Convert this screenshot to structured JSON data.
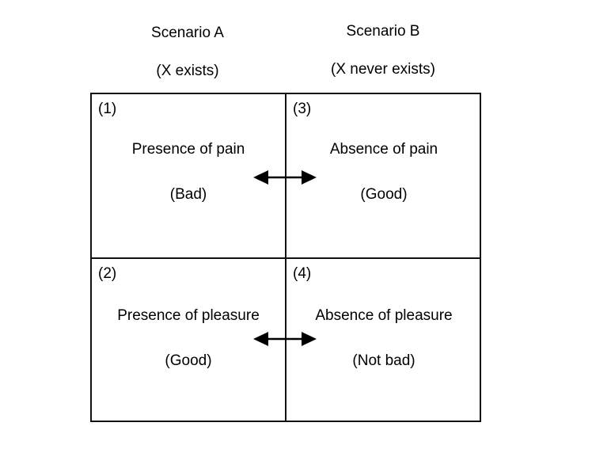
{
  "figure": {
    "type": "2x2-matrix-diagram",
    "title_present": false,
    "background_color": "#ffffff",
    "line_color": "#111111",
    "text_color": "#000000"
  },
  "columns": [
    {
      "id": "scenario-a",
      "title": "Scenario A",
      "subtitle": "(X exists)"
    },
    {
      "id": "scenario-b",
      "title": "Scenario B",
      "subtitle": "(X never exists)"
    }
  ],
  "quadrants": {
    "top_left": {
      "number": "(1)",
      "label": "Presence of pain",
      "value": "(Bad)"
    },
    "top_right": {
      "number": "(3)",
      "label": "Absence of pain",
      "value": "(Good)"
    },
    "bottom_left": {
      "number": "(2)",
      "label": "Presence of pleasure",
      "value": "(Good)"
    },
    "bottom_right": {
      "number": "(4)",
      "label": "Absence of pleasure",
      "value": "(Not bad)"
    }
  },
  "arrows": [
    {
      "id": "pain-comparison-arrow",
      "style": "double-headed-horizontal",
      "connects": [
        "top_left",
        "top_right"
      ]
    },
    {
      "id": "pleasure-comparison-arrow",
      "style": "double-headed-horizontal",
      "connects": [
        "bottom_left",
        "bottom_right"
      ]
    }
  ]
}
